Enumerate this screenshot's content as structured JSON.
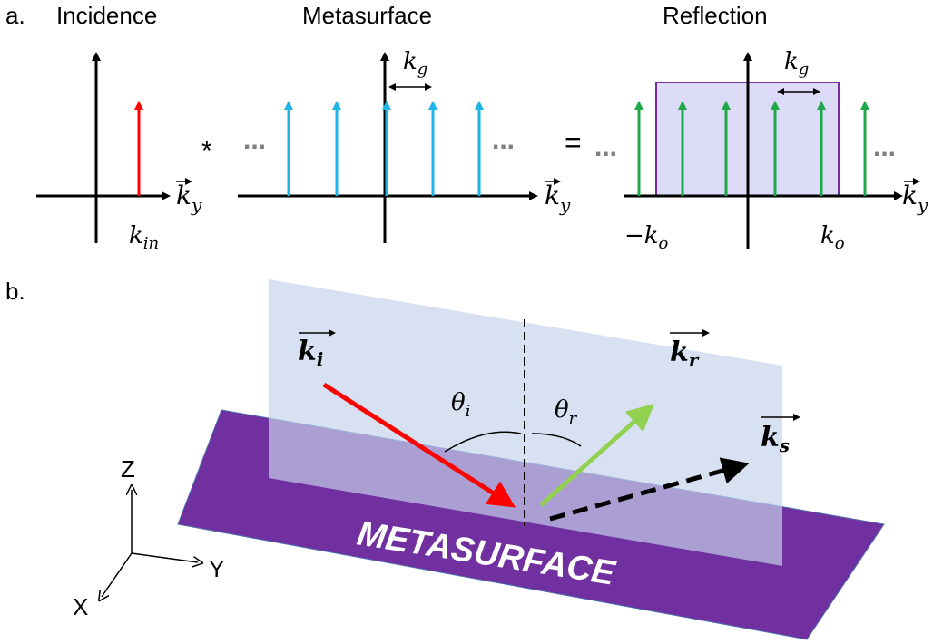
{
  "panel_a": {
    "label": "a.",
    "incidence": {
      "title": "Incidence",
      "k_label_base": "k",
      "k_label_sub": "in",
      "axis_base": "k",
      "axis_sub": "y"
    },
    "convolution_symbol": "*",
    "metasurface": {
      "title": "Metasurface",
      "kg_base": "k",
      "kg_sub": "g",
      "axis_base": "k",
      "axis_sub": "y",
      "dots": "..."
    },
    "equals_symbol": "=",
    "reflection": {
      "title": "Reflection",
      "kg_base": "k",
      "kg_sub": "g",
      "neg_ko": "−k",
      "ko_sub": "o",
      "ko_base": "k",
      "axis_base": "k",
      "axis_sub": "y",
      "dots": "..."
    }
  },
  "panel_b": {
    "label": "b.",
    "ki_base": "k",
    "ki_sub": "i",
    "kr_base": "k",
    "kr_sub": "r",
    "ks_base": "k",
    "ks_sub": "s",
    "theta_i_base": "θ",
    "theta_i_sub": "i",
    "theta_r_base": "θ",
    "theta_r_sub": "r",
    "surface_label": "METASURFACE",
    "axis_z": "Z",
    "axis_y": "Y",
    "axis_x": "X"
  },
  "colors": {
    "incident": "#ff0000",
    "metasurface_peaks": "#1eb4e6",
    "reflection_peaks": "#1fa84a",
    "window_fill": "#dcdcf8",
    "window_stroke": "#7030a0",
    "surface": "#7030a0",
    "plane": "#c5d3ea",
    "reflected_ray": "#92d050",
    "dots": "#7f7f7f"
  }
}
